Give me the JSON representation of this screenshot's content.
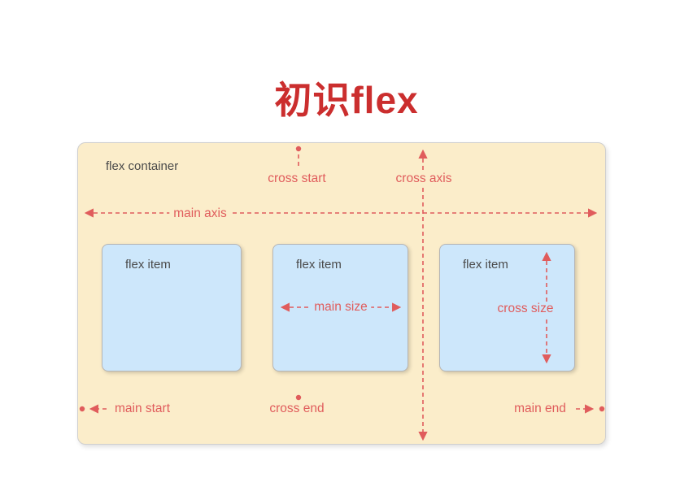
{
  "title": "初识flex",
  "diagram": {
    "container_label": "flex container",
    "items": [
      {
        "label": "flex item"
      },
      {
        "label": "flex item"
      },
      {
        "label": "flex item"
      }
    ],
    "labels": {
      "cross_start": "cross start",
      "cross_axis": "cross axis",
      "main_axis": "main axis",
      "main_size": "main size",
      "cross_size": "cross size",
      "main_start": "main start",
      "cross_end": "cross end",
      "main_end": "main end"
    },
    "colors": {
      "title_red": "#cb2e2e",
      "annotation_accent": "#e05c5c",
      "container_background": "#fbedca",
      "item_background": "#cde7fb",
      "label_text": "#4a4a4a"
    }
  }
}
